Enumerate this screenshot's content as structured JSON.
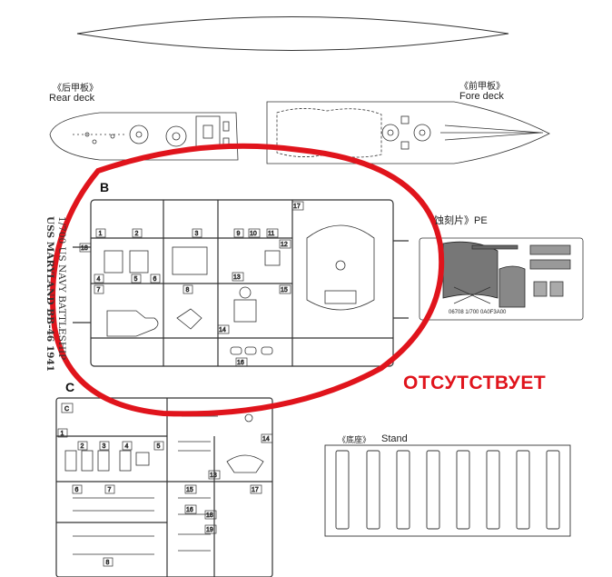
{
  "labels": {
    "rear_deck_cn": "《后甲板》",
    "rear_deck_en": "Rear deck",
    "fore_deck_cn": "《前甲板》",
    "fore_deck_en": "Fore deck",
    "sprue_b": "B",
    "sprue_c": "C",
    "pe_label": "蚀刻片》PE",
    "stand_cn": "《底座》",
    "stand_en": "Stand",
    "notice": "ОТСУТСТВУЕТ",
    "box_line1": "1/700 US NAVY BATTLESHIP",
    "box_line2": "USS MARYLAND BB-46 1941",
    "pe_code": "06708 1/700 0A0F3A00"
  },
  "sprue_b_parts": [
    "1",
    "2",
    "3",
    "4",
    "5",
    "6",
    "7",
    "8",
    "9",
    "10",
    "11",
    "12",
    "13",
    "14",
    "15",
    "16",
    "17"
  ],
  "sprue_c_parts": [
    "1",
    "2",
    "3",
    "4",
    "5",
    "6",
    "7",
    "8",
    "13",
    "14",
    "15",
    "16",
    "17",
    "18",
    "19"
  ],
  "colors": {
    "highlight": "#e0141c",
    "ink": "#222222",
    "paper": "#ffffff"
  }
}
